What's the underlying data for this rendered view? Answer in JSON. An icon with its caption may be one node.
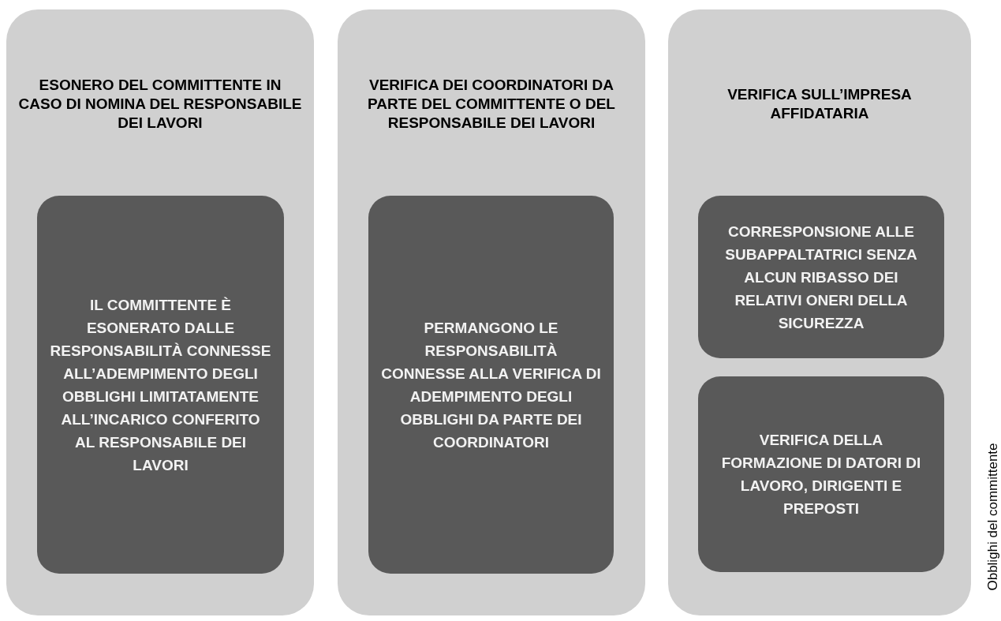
{
  "diagram": {
    "nodes": [
      {
        "text": [
          "ESONERO DEL COMMITTENTE IN CASO DI NOMINA DEL RESPONSABILE DEI LAVORI"
        ]
      },
      {
        "text": [
          "IL COMMITTENTE È ESONERATO DALLE RESPONSABILITÀ CONNESSE ALL’ADEMPIMENTO DEGLI OBBLIGHI LIMITATAMENTE ALL’INCARICO CONFERITO AL RESPONSABILE DEI LAVORI"
        ],
        "in": 0
      },
      {
        "text": [
          "VERIFICA DEI COORDINATORI DA PARTE DEL COMMITTENTE O DEL RESPONSABILE DEI LAVORI"
        ]
      },
      {
        "text": [
          "PERMANGONO LE RESPONSABILITÀ CONNESSE ALLA VERIFICA DI ADEMPIMENTO DEGLI OBBLIGHI DA PARTE DEI COORDINATORI"
        ],
        "in": 2
      },
      {
        "text": [
          "VERIFICA SULL’IMPRESA AFFIDATARIA"
        ]
      },
      {
        "text": [
          "CORRESPONSIONE ALLE SUBAPPALTATRICI SENZA ALCUN RIBASSO DEI RELATIVI ONERI DELLA SICUREZZA"
        ],
        "in": 4
      },
      {
        "text": [
          "VERIFICA DELLA FORMAZIONE DI DATORI DI LAVORO, DIRIGENTI E PREPOSTI"
        ],
        "in": 4
      }
    ],
    "labels": [
      "Obblighi del committente"
    ]
  }
}
